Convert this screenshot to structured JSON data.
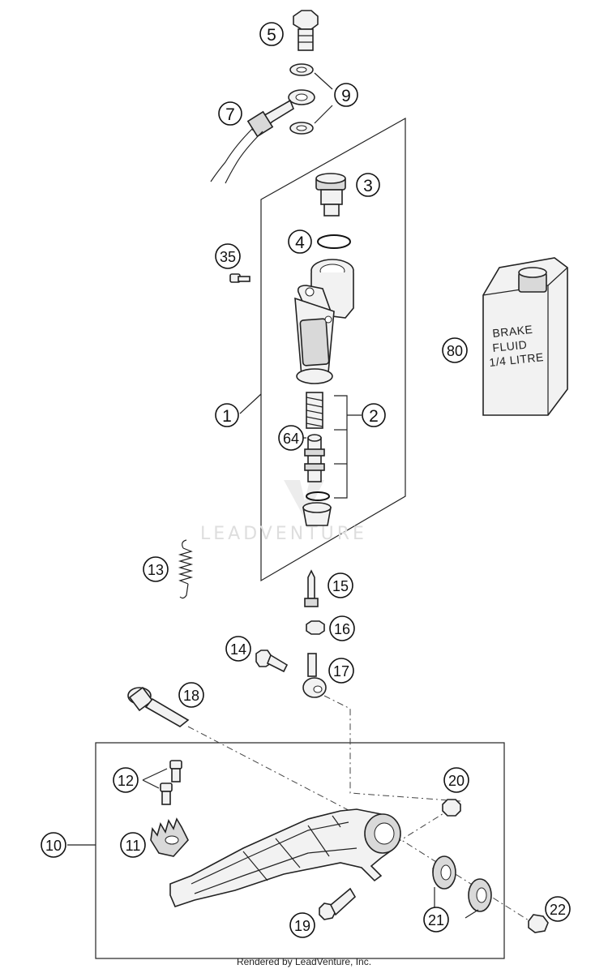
{
  "diagram": {
    "can_label_lines": [
      "BRAKE",
      "FLUID",
      "1/4 LITRE"
    ],
    "watermark": "LEADVENTURE",
    "footer": "Rendered by LeadVenture, Inc.",
    "callouts": {
      "c1": "1",
      "c2": "2",
      "c3": "3",
      "c4": "4",
      "c5": "5",
      "c7": "7",
      "c9": "9",
      "c10": "10",
      "c11": "11",
      "c12": "12",
      "c13": "13",
      "c14": "14",
      "c15": "15",
      "c16": "16",
      "c17": "17",
      "c18": "18",
      "c19": "19",
      "c20": "20",
      "c21": "21",
      "c22": "22",
      "c35": "35",
      "c64": "64",
      "c80": "80"
    }
  }
}
